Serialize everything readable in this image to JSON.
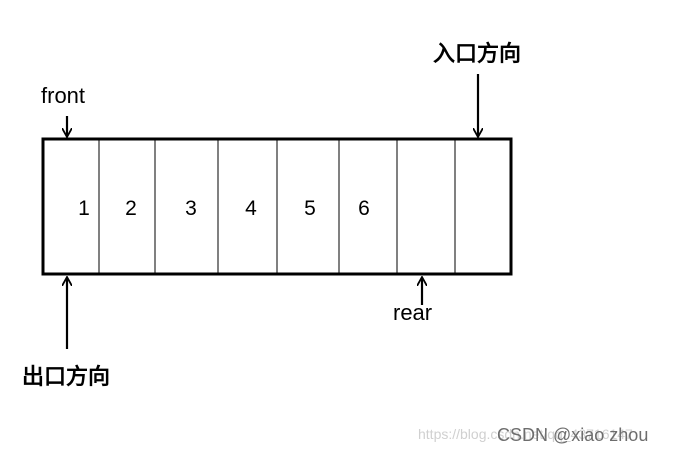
{
  "diagram": {
    "cells": [
      "1",
      "2",
      "3",
      "4",
      "5",
      "6",
      "",
      ""
    ],
    "labels": {
      "front": "front",
      "rear": "rear",
      "enqueue_direction": "入口方向",
      "dequeue_direction": "出口方向"
    },
    "watermark": {
      "url_text": "https://blog.csdn.net/qq_43716147",
      "brand_text": "CSDN @xiao zhou"
    }
  }
}
